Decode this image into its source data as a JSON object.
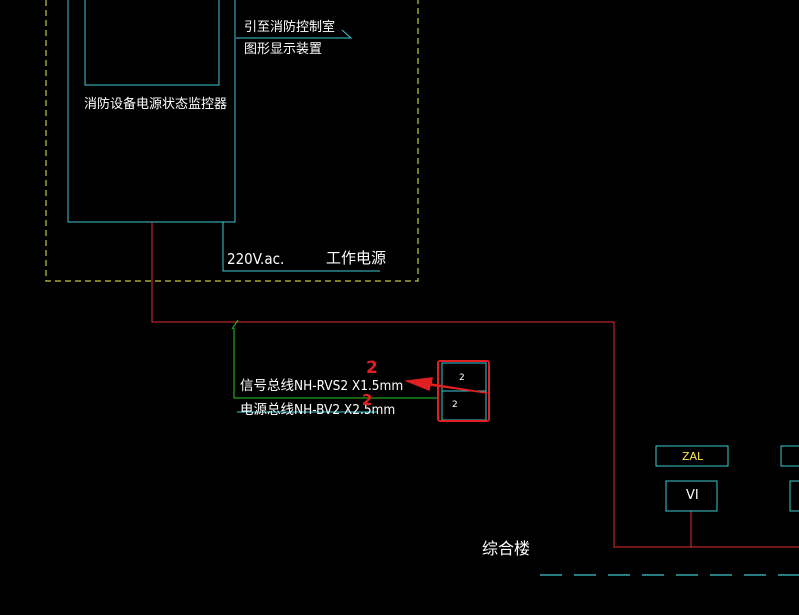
{
  "labels": {
    "route_to_control_room": "引至消防控制室",
    "graphic_display": "图形显示装置",
    "power_monitor": "消防设备电源状态监控器",
    "voltage": "220V.ac.",
    "working_power": "工作电源",
    "signal_bus": "信号总线NH-RVS2 X1.5mm",
    "power_bus": "电源总线NH-BV2 X2.5mm",
    "box_top_num": "2",
    "box_bottom_num": "2",
    "building": "综合楼",
    "zal": "ZAL",
    "vi": "VI"
  },
  "annotations": {
    "mark_upper": "2",
    "mark_lower": "2"
  },
  "colors": {
    "background": "#000000",
    "cyan": "#3cc8d0",
    "yellow_dashed": "#c8c83c",
    "red_line": "#e03030",
    "green_line": "#28c828",
    "annotation_red": "#e02020",
    "text": "#ffffff"
  }
}
